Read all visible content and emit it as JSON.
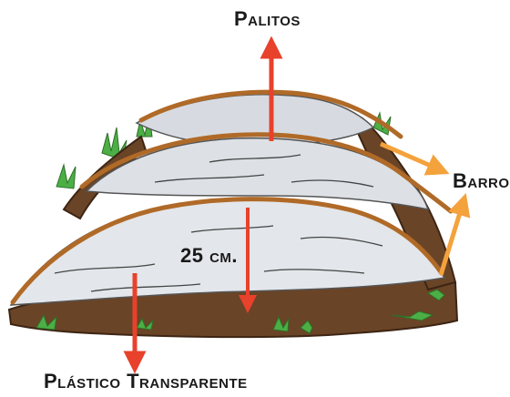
{
  "labels": {
    "palitos": "Palitos",
    "barro": "Barro",
    "height": "25 cm.",
    "plastico": "Plástico Transparente"
  },
  "colors": {
    "arrow_red": "#e8412c",
    "arrow_orange": "#f4a23c",
    "stick_brown": "#b06a28",
    "mud_brown": "#6a4426",
    "grass_green": "#4caf45",
    "plastic_gray": "#d7dbe1"
  }
}
